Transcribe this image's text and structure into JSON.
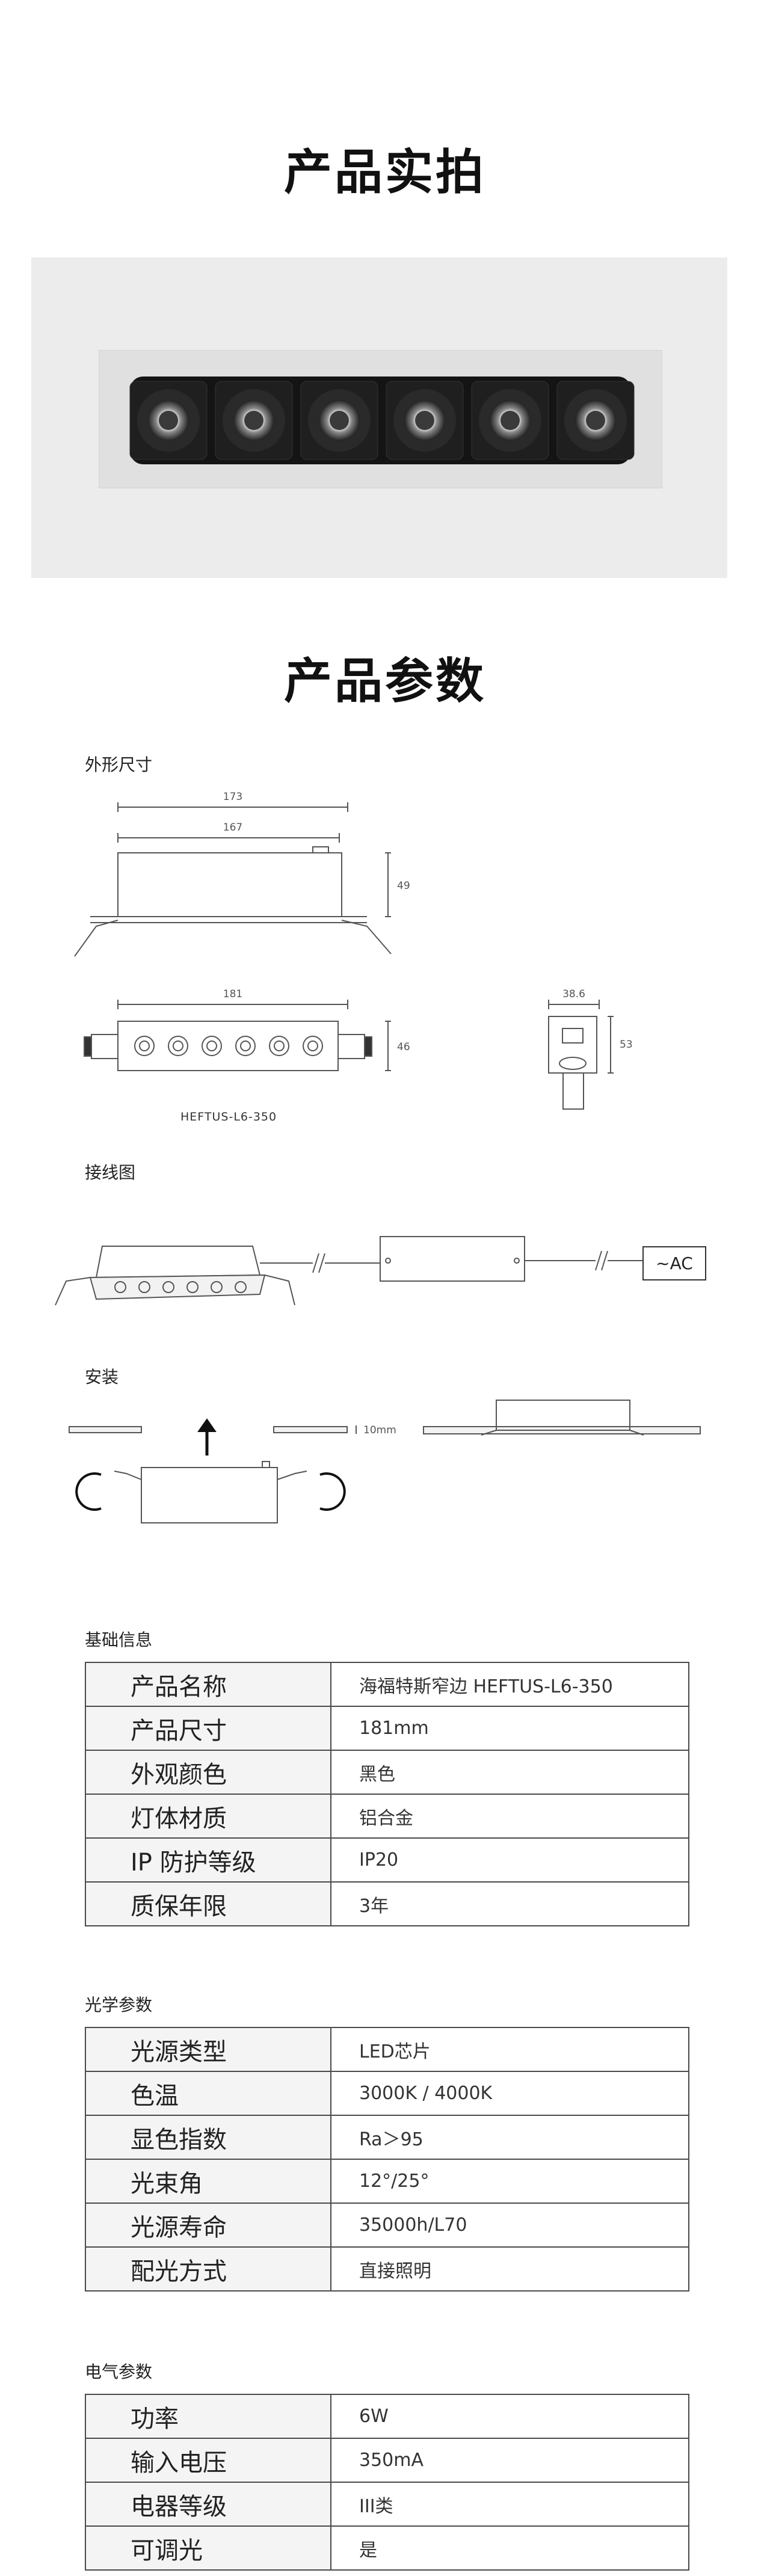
{
  "photos": {
    "title": "产品实拍"
  },
  "params": {
    "title": "产品参数"
  },
  "drawings": {
    "outline_label": "外形尺寸",
    "dim_173": "173",
    "dim_167": "167",
    "dim_49": "49",
    "dim_181": "181",
    "dim_46": "46",
    "dim_38_6": "38.6",
    "dim_53": "53",
    "model": "HEFTUS-L6-350",
    "wiring_label": "接线图",
    "ac_label": "~AC",
    "install_label": "安装",
    "dim_10mm": "10mm"
  },
  "basic": {
    "title": "基础信息",
    "rows": [
      {
        "k": "产品名称",
        "v": "海福特斯窄边 HEFTUS-L6-350"
      },
      {
        "k": "产品尺寸",
        "v": "181mm"
      },
      {
        "k": "外观颜色",
        "v": "黑色"
      },
      {
        "k": "灯体材质",
        "v": "铝合金"
      },
      {
        "k": "IP 防护等级",
        "v": "IP20"
      },
      {
        "k": "质保年限",
        "v": "3年"
      }
    ]
  },
  "optical": {
    "title": "光学参数",
    "rows": [
      {
        "k": "光源类型",
        "v": "LED芯片"
      },
      {
        "k": "色温",
        "v": "3000K / 4000K"
      },
      {
        "k": "显色指数",
        "v": "Ra＞95"
      },
      {
        "k": "光束角",
        "v": "12°/25°"
      },
      {
        "k": "光源寿命",
        "v": "35000h/L70"
      },
      {
        "k": "配光方式",
        "v": "直接照明"
      }
    ]
  },
  "electrical": {
    "title": "电气参数",
    "rows": [
      {
        "k": "功率",
        "v": "6W"
      },
      {
        "k": "输入电压",
        "v": "350mA"
      },
      {
        "k": "电器等级",
        "v": "III类"
      },
      {
        "k": "可调光",
        "v": "是"
      }
    ]
  }
}
